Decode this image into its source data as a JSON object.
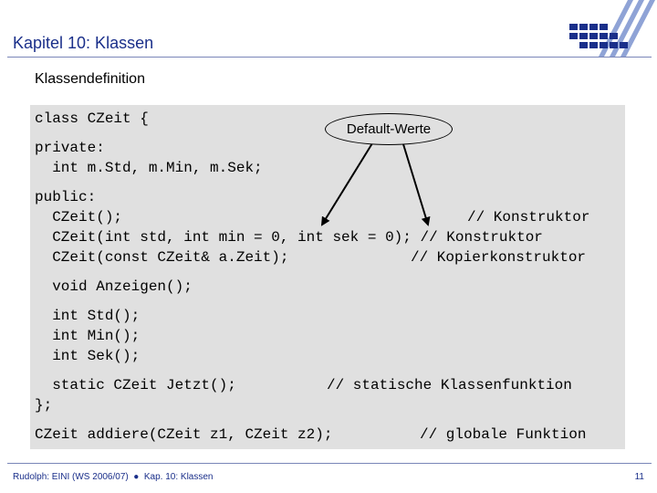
{
  "header": {
    "title": "Kapitel 10: Klassen"
  },
  "slide": {
    "subtitle": "Klassendefinition",
    "callout": "Default-Werte"
  },
  "code": {
    "l1": "class CZeit {",
    "l2": "private:",
    "l3": "  int m.Std, m.Min, m.Sek;",
    "l4": "public:",
    "l5": "  CZeit();",
    "l5c": "// Konstruktor",
    "l6": "  CZeit(int std, int min = 0, int sek = 0); // Konstruktor",
    "l7": "  CZeit(const CZeit& a.Zeit);",
    "l7c": "// Kopierkonstruktor",
    "l8": "  void Anzeigen();",
    "l9": "  int Std();",
    "l10": "  int Min();",
    "l11": "  int Sek();",
    "l12": "  static CZeit Jetzt();",
    "l12c": "// statische Klassenfunktion",
    "l13": "};",
    "l14": "CZeit addiere(CZeit z1, CZeit z2);",
    "l14c": "// globale Funktion"
  },
  "footer": {
    "left": "Rudolph: EINI (WS 2006/07)  ●  Kap. 10: Klassen",
    "page": "11"
  },
  "colors": {
    "title": "#1a2f8a",
    "code_background": "#e0e0e0",
    "logo_blue": "#1a2f8a"
  }
}
